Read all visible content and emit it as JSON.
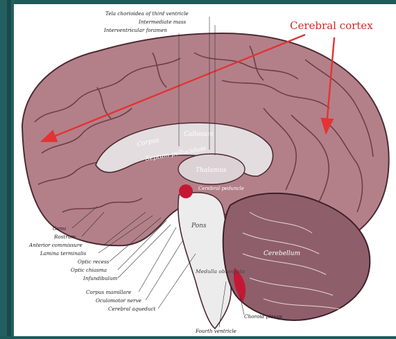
{
  "title": "Cerebral cortex",
  "colors": {
    "cortex": "#b3808a",
    "cortex_dark": "#7c4a53",
    "corpus": "#e3dde0",
    "brainstem": "#ececec",
    "cerebellum": "#8e5f6a",
    "arrow": "#e33333",
    "accent": "#c51734"
  },
  "top_labels": [
    "Tela chorioidea of third ventricle",
    "Intermediate mass",
    "Interventricular foramen"
  ],
  "left_labels": [
    "Genu",
    "Rostrum",
    "Anterior commissure",
    "Lamina terminalis",
    "Optic recess",
    "Optic chiasma",
    "Infundibulum",
    "Corpus mamillare",
    "Oculomotor nerve",
    "Cerebral aqueduct"
  ],
  "bottom_labels": [
    "Fourth ventricle",
    "Choroid plexus"
  ],
  "structure_labels": {
    "corpus": "Corpus",
    "callosum": "Callosum",
    "septum": "Septum pellucidum",
    "thalamus": "Thalamus",
    "pineal": "Cerebral peduncle",
    "pons": "Pons",
    "medulla": "Medulla oblongata",
    "cerebellum": "Cerebellum"
  }
}
